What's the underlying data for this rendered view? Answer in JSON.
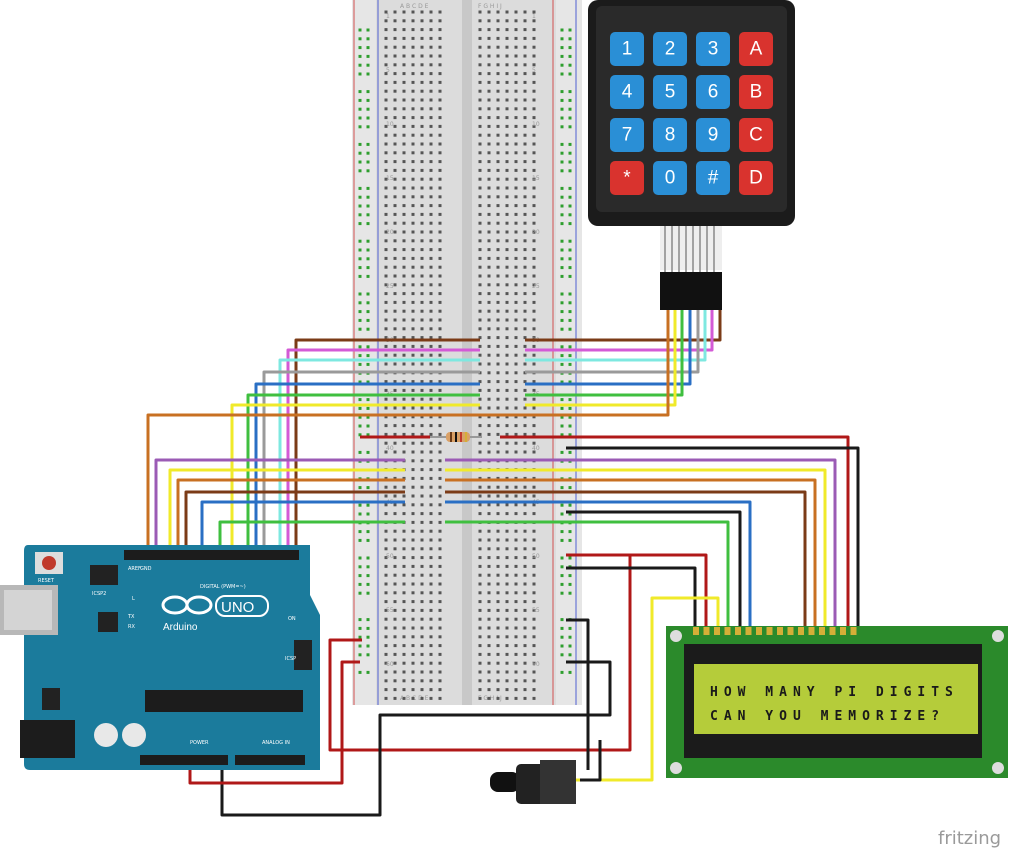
{
  "arduino": {
    "brand": "Arduino",
    "model": "UNO",
    "reset_label": "RESET",
    "icsp2_label": "ICSP2",
    "icsp_label": "ICSP",
    "digital_label": "DIGITAL (PWM=~)",
    "power_label": "POWER",
    "analog_label": "ANALOG IN",
    "on_label": "ON",
    "led_labels": [
      "L",
      "TX",
      "RX"
    ],
    "aref_label": "AREF",
    "gnd_label": "GND"
  },
  "keypad": {
    "keys": [
      [
        "1",
        "2",
        "3",
        "A"
      ],
      [
        "4",
        "5",
        "6",
        "B"
      ],
      [
        "7",
        "8",
        "9",
        "C"
      ],
      [
        "*",
        "0",
        "#",
        "D"
      ]
    ],
    "number_key_color": "#2a8fd6",
    "letter_key_color": "#d9332e"
  },
  "lcd": {
    "line1": "HOW MANY PI DIGITS",
    "line2": "CAN YOU MEMORIZE?"
  },
  "breadboard": {
    "column_letters_left": "A B C D E",
    "column_letters_right": "F G H I J",
    "row_numbers": [
      "1",
      "5",
      "10",
      "15",
      "20",
      "25",
      "30",
      "35",
      "40",
      "45",
      "50",
      "55",
      "60"
    ]
  },
  "watermark": "fritzing",
  "colors": {
    "wire_brown": "#7b3b17",
    "wire_magenta": "#d35ad6",
    "wire_cyan": "#7ee8e0",
    "wire_grey": "#9a9a9a",
    "wire_blue": "#2a6fc4",
    "wire_green": "#3fbf3f",
    "wire_yellow": "#f0ea2a",
    "wire_orange": "#c87022",
    "wire_purple": "#9b5bb5",
    "wire_red": "#b01818",
    "wire_black": "#1a1a1a",
    "lcd_green": "#b5cc3a",
    "board_teal": "#1b7b9c"
  }
}
